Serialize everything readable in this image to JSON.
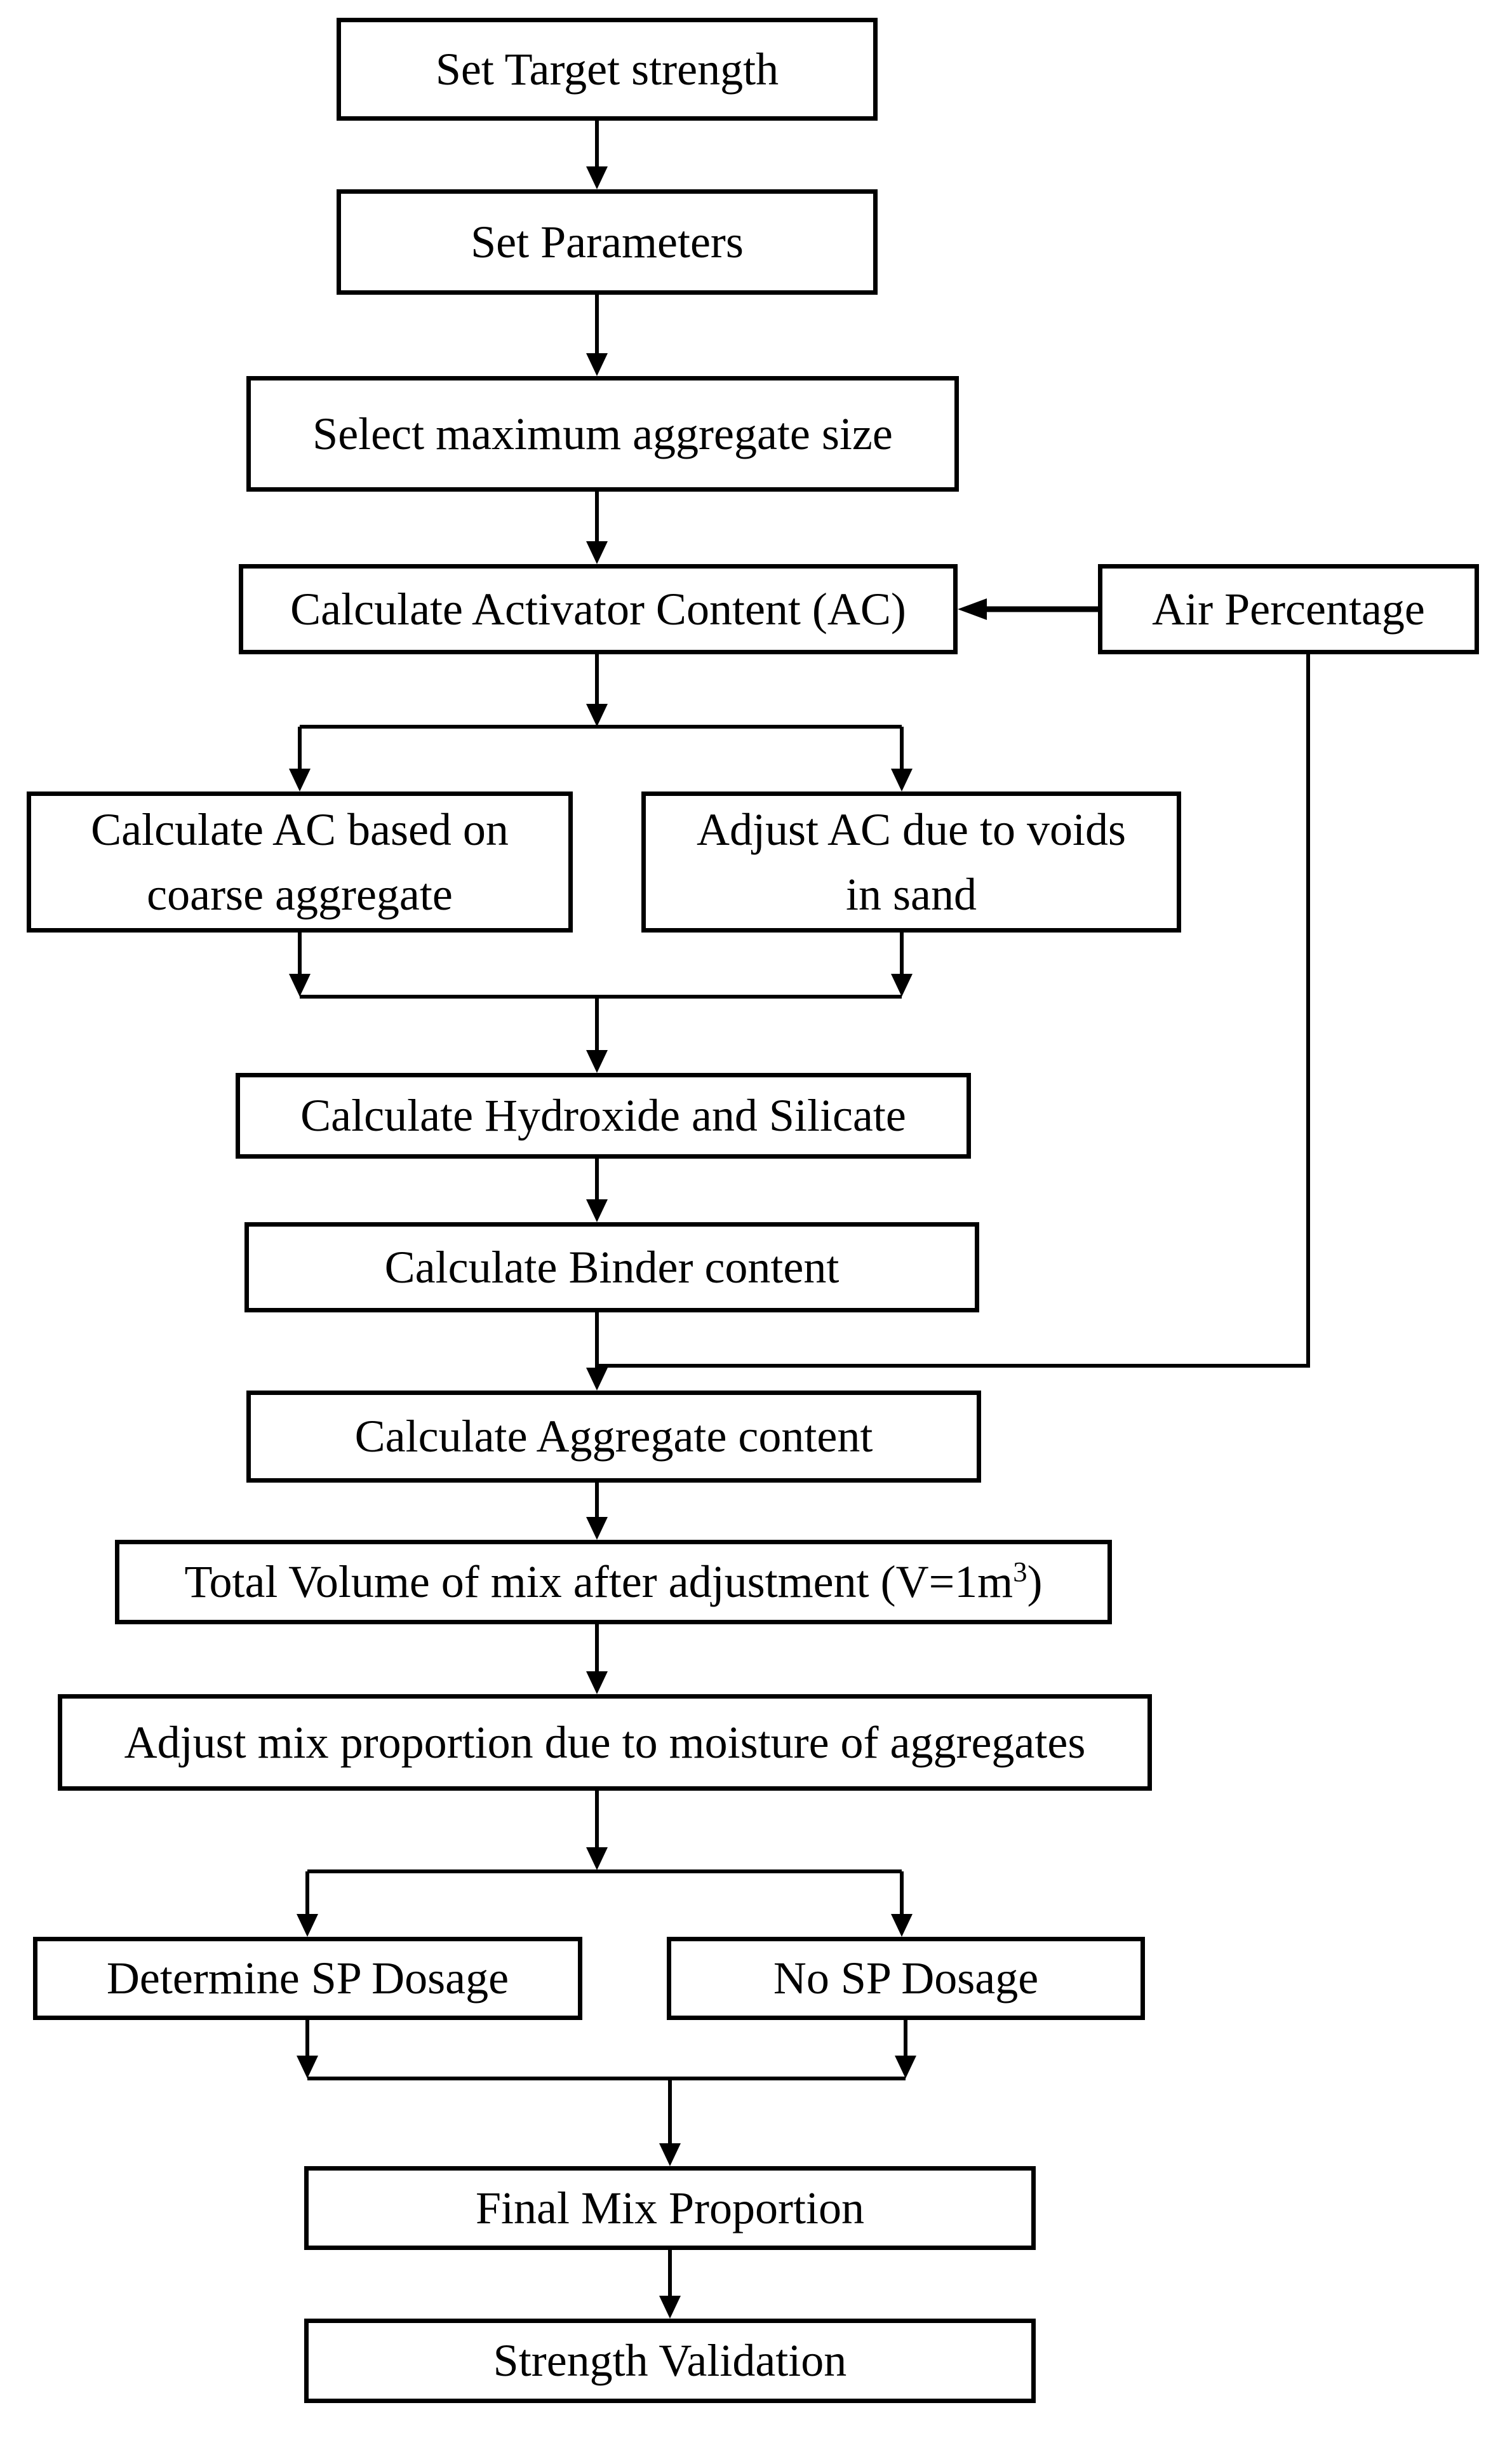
{
  "flowchart": {
    "type": "flowchart",
    "background_color": "#ffffff",
    "line_color": "#000000",
    "box_fill_color": "#ffffff",
    "nodes": {
      "set_target_strength": {
        "label": "Set Target strength"
      },
      "set_parameters": {
        "label": "Set Parameters"
      },
      "select_max_aggregate": {
        "label": "Select maximum aggregate size"
      },
      "calc_activator_content": {
        "label": "Calculate Activator Content (AC)"
      },
      "air_percentage": {
        "label": "Air Percentage"
      },
      "calc_ac_coarse": {
        "lines": [
          "Calculate AC based on",
          "coarse aggregate"
        ]
      },
      "adjust_ac_voids": {
        "lines": [
          "Adjust AC due to voids",
          "in sand"
        ]
      },
      "calc_hydroxide_silicate": {
        "label": "Calculate Hydroxide and Silicate"
      },
      "calc_binder": {
        "label": "Calculate Binder content"
      },
      "calc_aggregate": {
        "label": "Calculate Aggregate content"
      },
      "total_volume": {
        "label_prefix": "Total Volume of mix after adjustment (V=1m",
        "label_sup": "3",
        "label_suffix": ")"
      },
      "adjust_moisture": {
        "label": "Adjust mix proportion due to moisture of aggregates"
      },
      "determine_sp": {
        "label": "Determine SP Dosage"
      },
      "no_sp": {
        "label": "No SP Dosage"
      },
      "final_mix": {
        "label": "Final Mix Proportion"
      },
      "strength_validation": {
        "label": "Strength Validation"
      }
    },
    "edges": [
      {
        "from": "set_target_strength",
        "to": "set_parameters"
      },
      {
        "from": "set_parameters",
        "to": "select_max_aggregate"
      },
      {
        "from": "select_max_aggregate",
        "to": "calc_activator_content"
      },
      {
        "from": "air_percentage",
        "to": "calc_activator_content"
      },
      {
        "from": "calc_activator_content",
        "to": "calc_ac_coarse"
      },
      {
        "from": "calc_activator_content",
        "to": "adjust_ac_voids"
      },
      {
        "from": "calc_ac_coarse",
        "to": "calc_hydroxide_silicate"
      },
      {
        "from": "adjust_ac_voids",
        "to": "calc_hydroxide_silicate"
      },
      {
        "from": "calc_hydroxide_silicate",
        "to": "calc_binder"
      },
      {
        "from": "calc_binder",
        "to": "calc_aggregate"
      },
      {
        "from": "air_percentage",
        "to": "calc_aggregate"
      },
      {
        "from": "calc_aggregate",
        "to": "total_volume"
      },
      {
        "from": "total_volume",
        "to": "adjust_moisture"
      },
      {
        "from": "adjust_moisture",
        "to": "determine_sp"
      },
      {
        "from": "adjust_moisture",
        "to": "no_sp"
      },
      {
        "from": "determine_sp",
        "to": "final_mix"
      },
      {
        "from": "no_sp",
        "to": "final_mix"
      },
      {
        "from": "final_mix",
        "to": "strength_validation"
      }
    ]
  }
}
